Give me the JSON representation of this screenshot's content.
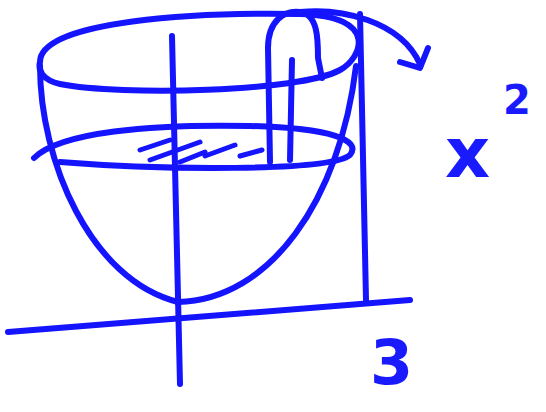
{
  "diagram": {
    "labels": [
      "x",
      "2",
      "3"
    ]
  }
}
